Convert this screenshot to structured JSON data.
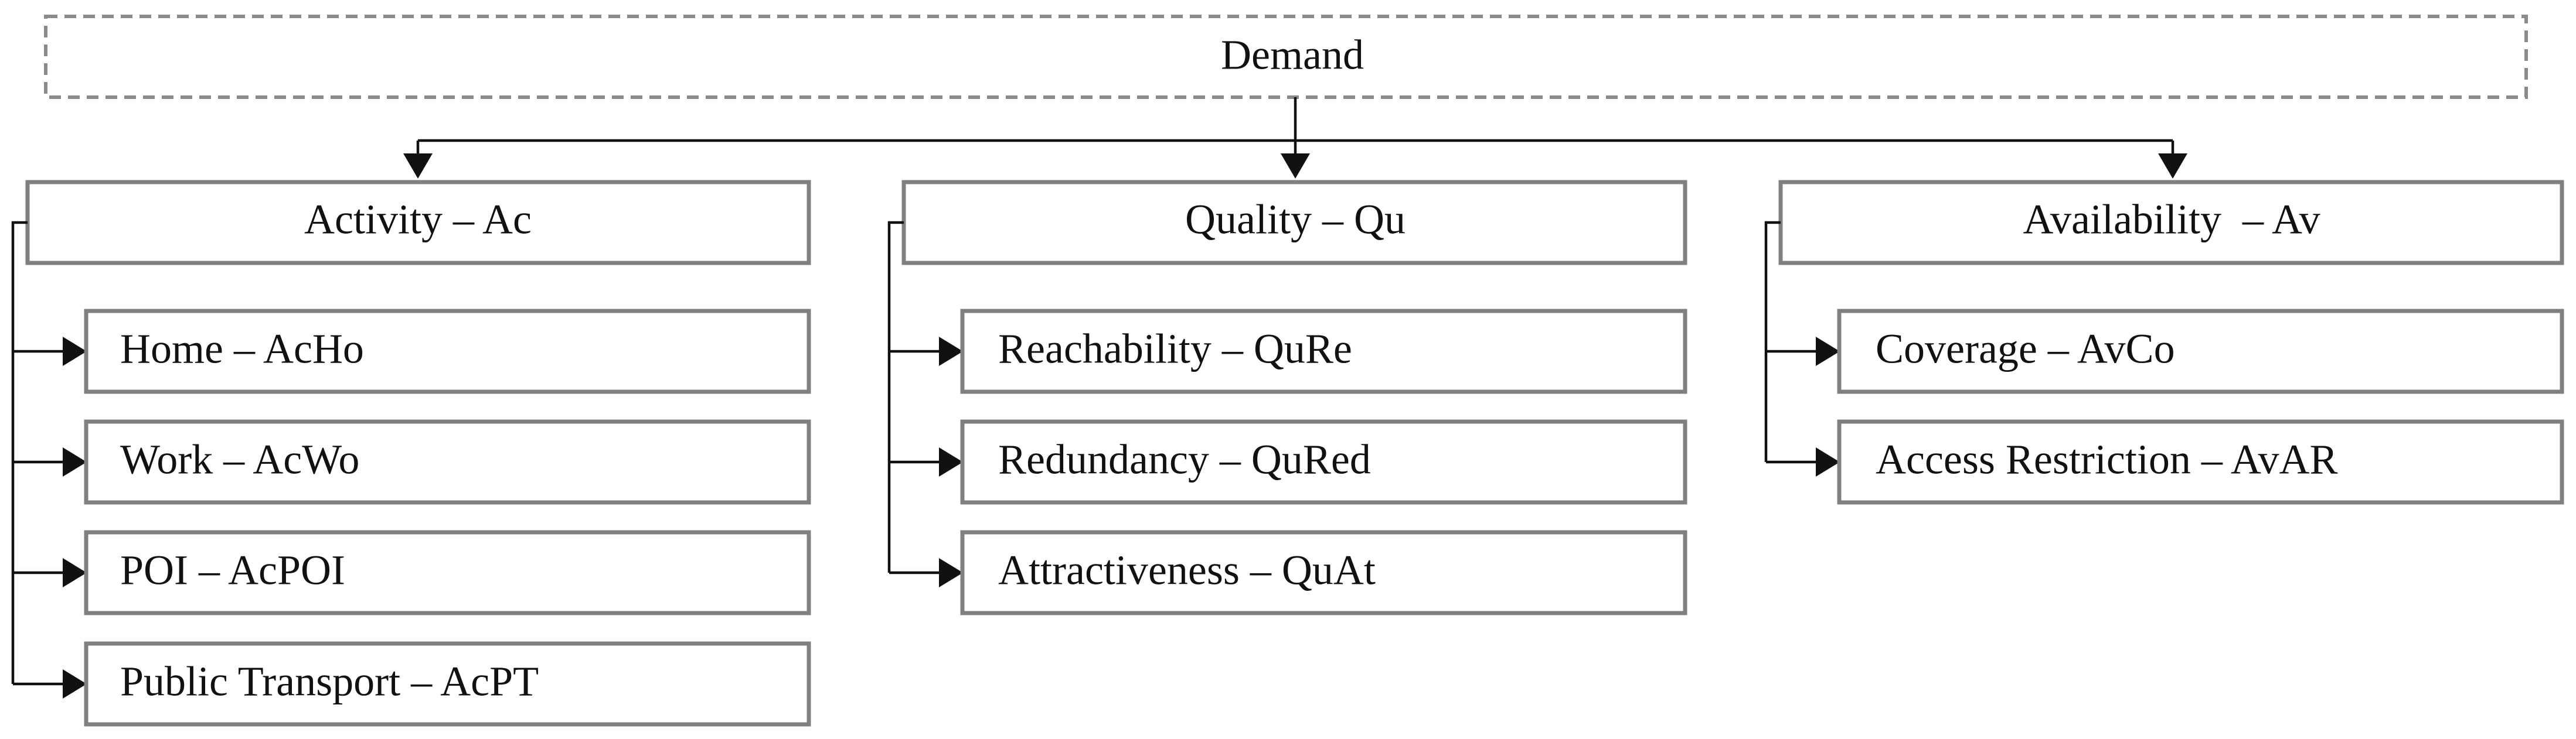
{
  "diagram": {
    "root": "Demand",
    "categories": [
      {
        "title": "Activity – Ac",
        "items": [
          "Home – AcHo",
          "Work – AcWo",
          "POI – AcPOI",
          "Public Transport – AcPT"
        ]
      },
      {
        "title": "Quality – Qu",
        "items": [
          "Reachability – QuRe",
          "Redundancy – QuRed",
          "Attractiveness – QuAt"
        ]
      },
      {
        "title": "Availability  – Av",
        "items": [
          "Coverage – AvCo",
          "Access Restriction – AvAR"
        ]
      }
    ]
  }
}
